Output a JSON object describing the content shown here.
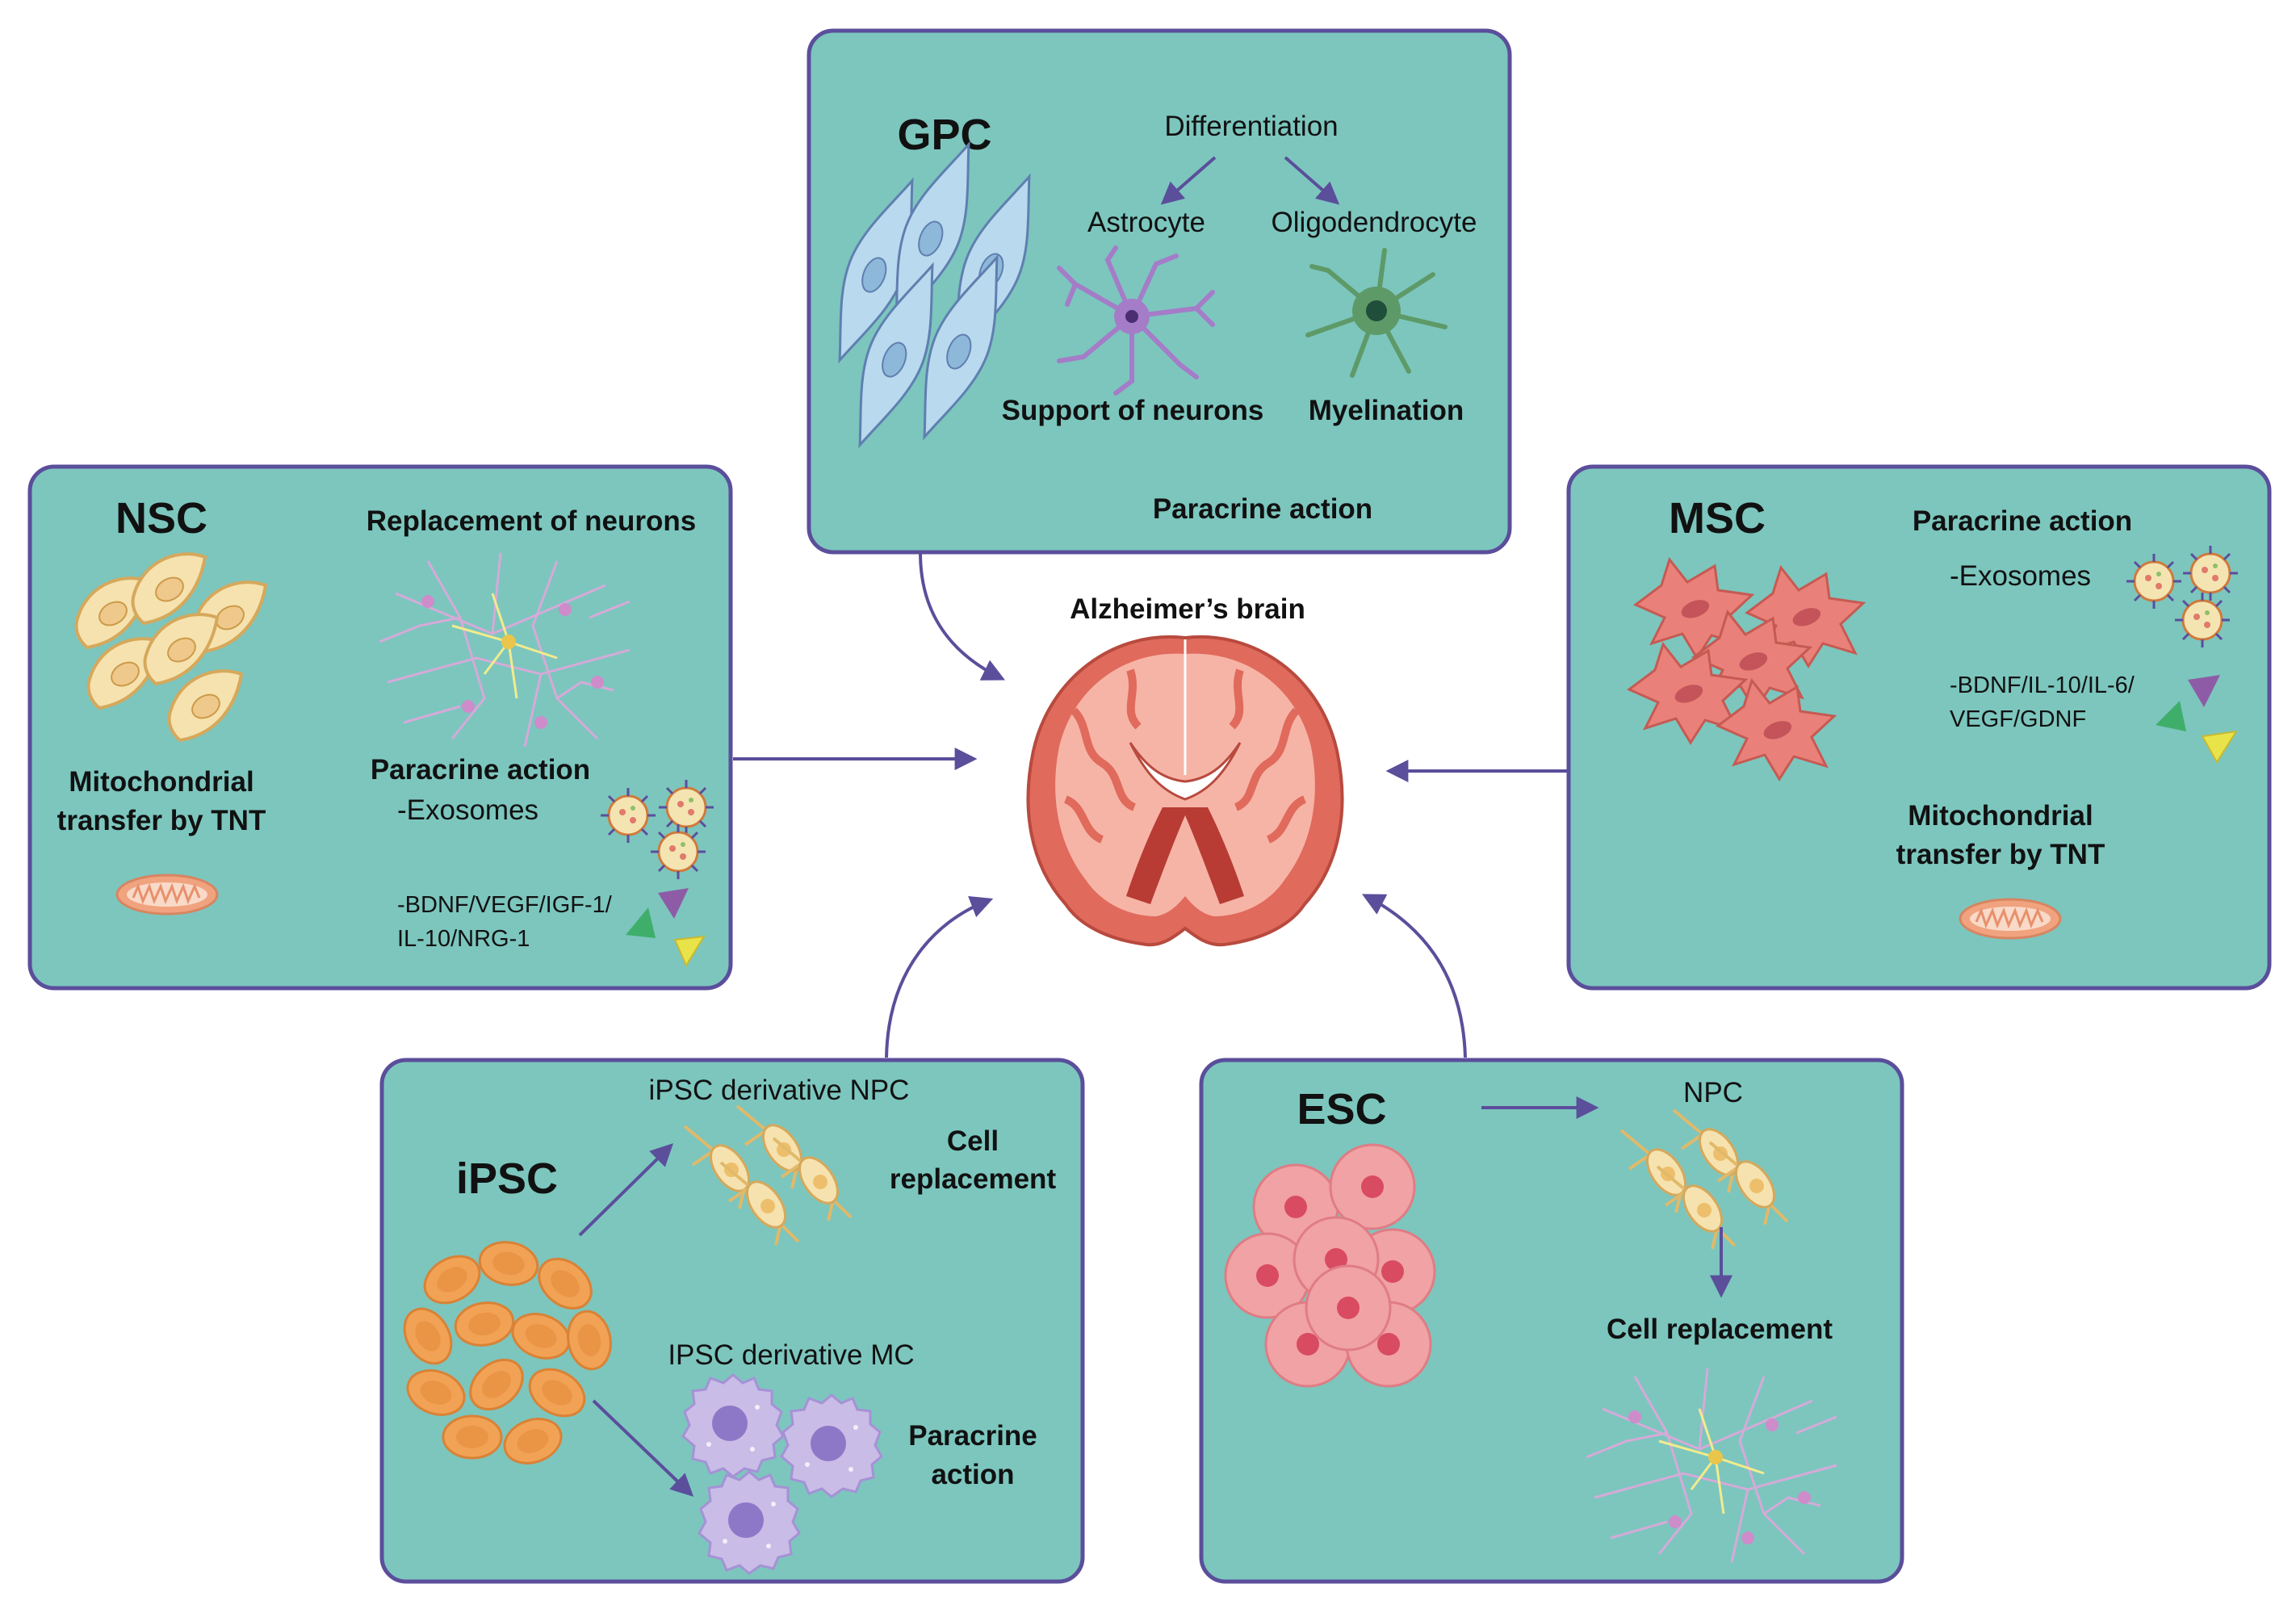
{
  "center": {
    "title": "Alzheimer’s brain"
  },
  "gpc": {
    "name": "GPC",
    "differentiation": "Differentiation",
    "astrocyte": "Astrocyte",
    "oligodendrocyte": "Oligodendrocyte",
    "support": "Support of neurons",
    "myelination": "Myelination",
    "paracrine": "Paracrine action"
  },
  "nsc": {
    "name": "NSC",
    "replacement": "Replacement of neurons",
    "mito_line1": "Mitochondrial",
    "mito_line2": "transfer by TNT",
    "paracrine": "Paracrine action",
    "exosomes": "-Exosomes",
    "factors_line1": "-BDNF/VEGF/IGF-1/",
    "factors_line2": "IL-10/NRG-1"
  },
  "msc": {
    "name": "MSC",
    "paracrine": "Paracrine action",
    "exosomes": "-Exosomes",
    "factors_line1": "-BDNF/IL-10/IL-6/",
    "factors_line2": "VEGF/GDNF",
    "mito_line1": "Mitochondrial",
    "mito_line2": "transfer by TNT"
  },
  "ipsc": {
    "name": "iPSC",
    "npc_label": "iPSC derivative NPC",
    "cell_line1": "Cell",
    "cell_line2": "replacement",
    "mc_label": "IPSC derivative MC",
    "para_line1": "Paracrine",
    "para_line2": "action"
  },
  "esc": {
    "name": "ESC",
    "npc_label": "NPC",
    "cell_replacement": "Cell replacement"
  },
  "colors": {
    "panel_fill": "#7CC6BE",
    "panel_border": "#5B4E9B",
    "arrow": "#5B4E9B",
    "progenitor_cells": "#B9D9EE",
    "astrocyte": "#A57CC8",
    "oligodendrocyte": "#5E9A68",
    "neural_cells": "#F6E2AE",
    "mesenchymal_cells": "#E9817A",
    "ipsc_cells": "#F2A255",
    "esc_cells": "#E7707E",
    "macrophages": "#B7A8DD",
    "brain": "#E06A5C"
  }
}
